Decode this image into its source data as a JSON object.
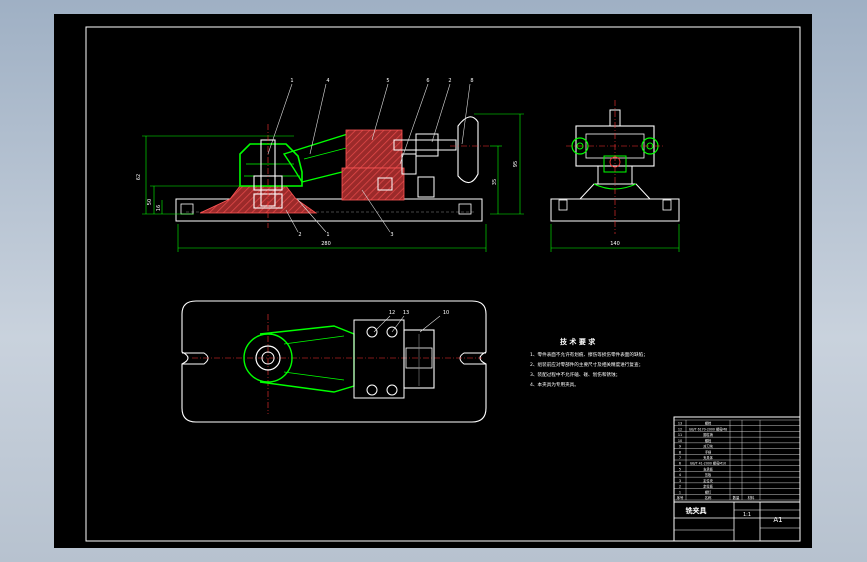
{
  "colors": {
    "background": "#a9b7c8",
    "sheet": "#000000",
    "outline": "#ffffff",
    "part": "#00ff00",
    "hatch": "#cc3333",
    "center_line": "#ff3333",
    "callout": "#dddddd"
  },
  "callouts": {
    "front_top": [
      "1",
      "4",
      "5",
      "6",
      "2",
      "8"
    ],
    "front_bottom": [
      "2",
      "1",
      "3"
    ],
    "plan_top": [
      "12",
      "13",
      "10"
    ]
  },
  "dims": {
    "width_bottom": "280",
    "width_side": "140",
    "h_left_1": "62",
    "h_left_2": "50",
    "h_left_3": "16",
    "h_right_1": "35",
    "h_right_2": "95"
  },
  "notes": {
    "title": "技 术 要 求",
    "items": [
      "1、零件表面不允许有划痕、擦伤等损伤零件表面的缺陷；",
      "2、组装前应对零部件的主要尺寸及相关精度进行复查；",
      "3、装配过程中不允许磕、碰、划伤和锈蚀；",
      "4、本夹具为专用夹具。"
    ]
  },
  "title_block": {
    "drawing_name": "铣夹具",
    "sheet_size": "A1",
    "scale": "1:1",
    "rows": [
      {
        "no": "13",
        "name": "螺栓"
      },
      {
        "no": "12",
        "name": "GB/T 6170-2000 螺母M8"
      },
      {
        "no": "11",
        "name": "圆柱销"
      },
      {
        "no": "10",
        "name": "螺栓"
      },
      {
        "no": "9",
        "name": "对刀块"
      },
      {
        "no": "8",
        "name": "手柄"
      },
      {
        "no": "7",
        "name": "夹具体"
      },
      {
        "no": "6",
        "name": "GB/T 41-2000 螺母M10"
      },
      {
        "no": "5",
        "name": "支承板"
      },
      {
        "no": "4",
        "name": "压板"
      },
      {
        "no": "3",
        "name": "定位块"
      },
      {
        "no": "2",
        "name": "定位板"
      },
      {
        "no": "1",
        "name": "螺钉"
      }
    ],
    "header": [
      "序号",
      "名称",
      "数量",
      "材料"
    ]
  }
}
